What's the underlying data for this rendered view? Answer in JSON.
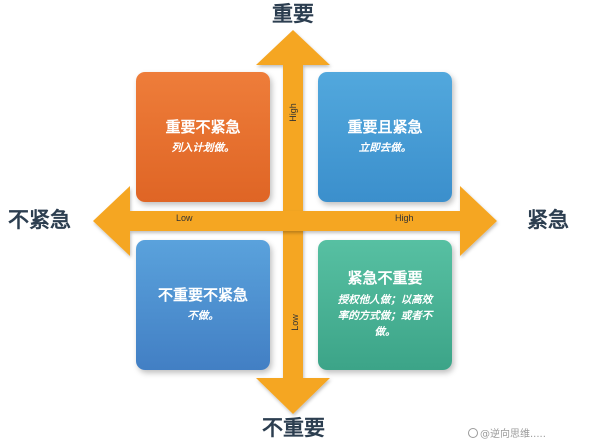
{
  "axes": {
    "top": "重要",
    "bottom": "不重要",
    "left": "不紧急",
    "right": "紧急",
    "v_high": "High",
    "v_low": "Low",
    "h_low": "Low",
    "h_high": "High"
  },
  "quadrants": {
    "top_left": {
      "title": "重要不紧急",
      "action": "列入计划做。"
    },
    "top_right": {
      "title": "重要且紧急",
      "action": "立即去做。"
    },
    "bottom_left": {
      "title": "不重要不紧急",
      "action": "不做。"
    },
    "bottom_right": {
      "title": "紧急不重要",
      "action": "授权他人做；以高效率的方式做；或者不做。"
    }
  },
  "colors": {
    "arrow": "#f5a623",
    "top_left": "#e8722f",
    "top_right": "#4a9fd6",
    "bottom_left": "#4d8fd0",
    "bottom_right": "#4bb394"
  },
  "watermark": "@逆向思维....."
}
